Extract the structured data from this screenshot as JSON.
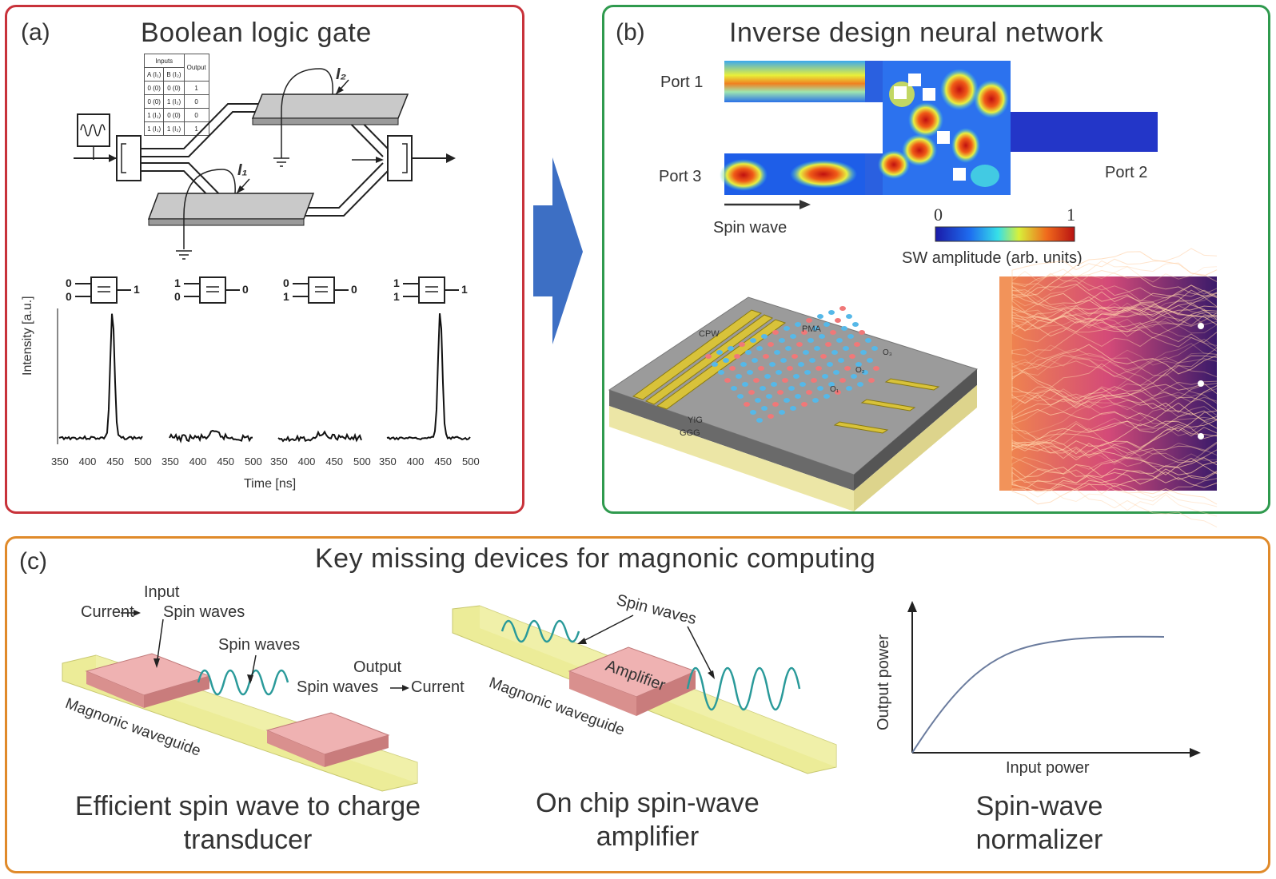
{
  "panel_a": {
    "label": "(a)",
    "title": "Boolean logic gate",
    "truth_table": {
      "headers": [
        "Inputs",
        "Output"
      ],
      "subheaders": [
        "A (I₁)",
        "B (I₂)"
      ],
      "rows": [
        [
          "0 (0)",
          "0 (0)",
          "1"
        ],
        [
          "0 (0)",
          "1 (I₂)",
          "0"
        ],
        [
          "1 (I₁)",
          "0 (0)",
          "0"
        ],
        [
          "1 (I₁)",
          "1 (I₂)",
          "1"
        ]
      ]
    },
    "current_labels": [
      "I₂",
      "I₁"
    ],
    "gates": [
      {
        "in1": "0",
        "in2": "0",
        "out": "1"
      },
      {
        "in1": "1",
        "in2": "0",
        "out": "0"
      },
      {
        "in1": "0",
        "in2": "1",
        "out": "0"
      },
      {
        "in1": "1",
        "in2": "1",
        "out": "1"
      }
    ],
    "ylabel": "Intensity [a.u.]",
    "xlabel": "Time [ns]",
    "xticks": [
      "350",
      "400",
      "450",
      "500"
    ]
  },
  "panel_b": {
    "label": "(b)",
    "title": "Inverse design neural network",
    "ports": [
      "Port 1",
      "Port 3",
      "Port 2"
    ],
    "spin_wave_label": "Spin wave",
    "colorbar_min": "0",
    "colorbar_max": "1",
    "colorbar_label": "SW amplitude (arb. units)",
    "device_labels": {
      "cpw": "CPW",
      "pma": "PMA",
      "yig": "YIG",
      "ggg": "GGG",
      "o1": "O₁",
      "o2": "O₂",
      "o3": "O₃"
    }
  },
  "panel_c": {
    "label": "(c)",
    "title": "Key missing devices for magnonic computing",
    "transducer": {
      "input_label": "Input",
      "input_conversion": [
        "Current",
        "Spin waves"
      ],
      "spin_waves_label": "Spin waves",
      "output_label": "Output",
      "output_conversion": [
        "Spin waves",
        "Current"
      ],
      "waveguide_label": "Magnonic waveguide",
      "caption_line1": "Efficient spin wave to charge",
      "caption_line2": "transducer"
    },
    "amplifier": {
      "spin_waves_label": "Spin waves",
      "amplifier_label": "Amplifier",
      "waveguide_label": "Magnonic waveguide",
      "caption_line1": "On chip spin-wave",
      "caption_line2": "amplifier"
    },
    "normalizer": {
      "ylabel": "Output power",
      "xlabel": "Input power",
      "caption_line1": "Spin-wave",
      "caption_line2": "normalizer"
    }
  },
  "colors": {
    "panel_a_border": "#c8323a",
    "panel_b_border": "#2f9a4e",
    "panel_c_border": "#e08a2a",
    "arrow": "#3d6fc4",
    "waveguide": "#e9ea9a",
    "pad": "#e8a3a3",
    "wave": "#2a9a9a"
  }
}
